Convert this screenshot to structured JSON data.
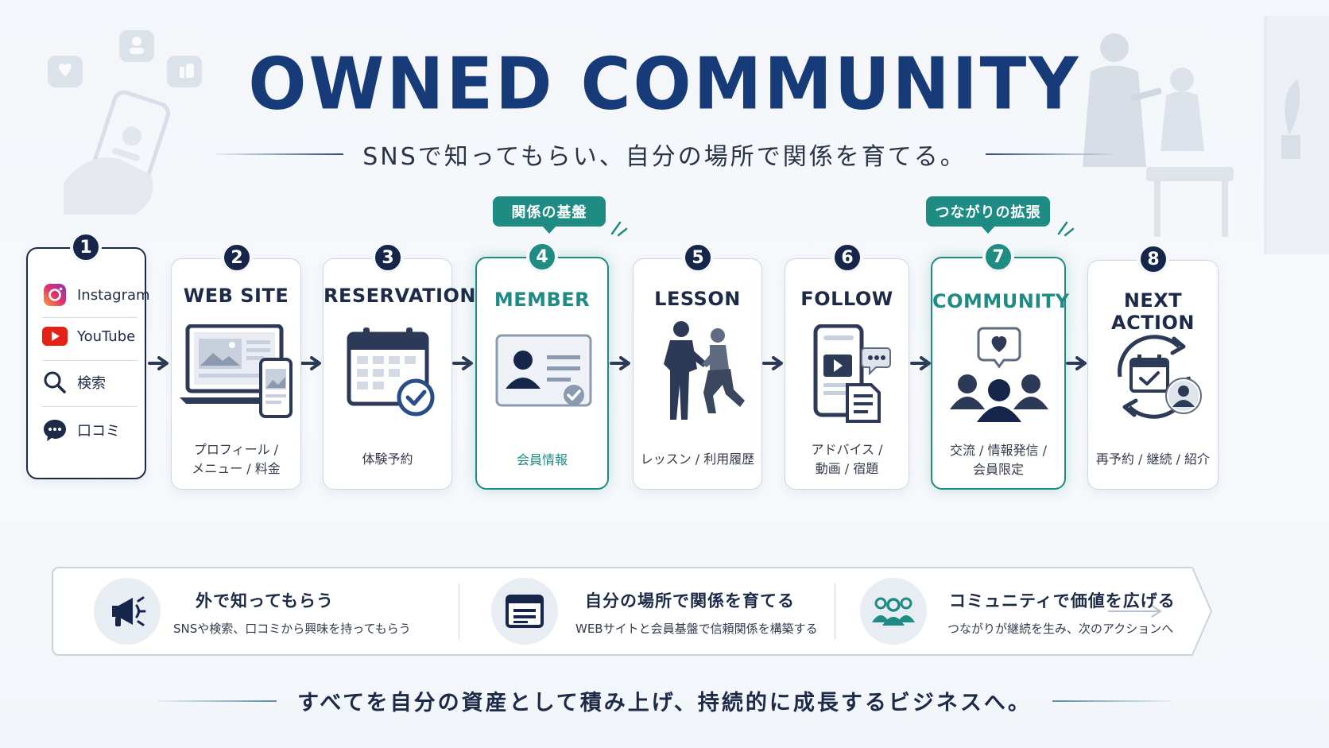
{
  "title": "OWNED COMMUNITY",
  "subtitle": "SNSで知ってもらい、自分の場所で関係を育てる。",
  "colors": {
    "navy": "#15264a",
    "teal": "#1f8c84",
    "title": "#173a78"
  },
  "tags": {
    "member": "関係の基盤",
    "community": "つながりの拡張"
  },
  "steps": [
    {
      "number": "1",
      "channels": [
        {
          "label": "Instagram",
          "icon": "instagram-icon"
        },
        {
          "label": "YouTube",
          "icon": "youtube-icon"
        },
        {
          "label": "検索",
          "icon": "search-icon"
        },
        {
          "label": "口コミ",
          "icon": "chat-bubble-icon"
        }
      ]
    },
    {
      "number": "2",
      "title": "WEB SITE",
      "desc_line1": "プロフィール /",
      "desc_line2": "メニュー / 料金",
      "icon": "laptop-phone-icon"
    },
    {
      "number": "3",
      "title": "RESERVATION",
      "desc_line1": "体験予約",
      "icon": "calendar-check-icon"
    },
    {
      "number": "4",
      "title": "MEMBER",
      "desc_line1": "会員情報",
      "icon": "member-card-icon"
    },
    {
      "number": "5",
      "title": "LESSON",
      "desc_line1": "レッスン / 利用履歴",
      "icon": "trainer-lesson-icon"
    },
    {
      "number": "6",
      "title": "FOLLOW",
      "desc_line1": "アドバイス /",
      "desc_line2": "動画 / 宿題",
      "icon": "phone-video-doc-icon"
    },
    {
      "number": "7",
      "title": "COMMUNITY",
      "desc_line1": "交流 / 情報発信 /",
      "desc_line2": "会員限定",
      "icon": "community-group-icon"
    },
    {
      "number": "8",
      "title": "NEXT ACTION",
      "desc_line1": "再予約 / 継続 / 紹介",
      "icon": "cycle-calendar-user-icon"
    }
  ],
  "band": [
    {
      "title": "外で知ってもらう",
      "desc": "SNSや検索、口コミから興味を持ってもらう",
      "icon": "megaphone-icon"
    },
    {
      "title": "自分の場所で関係を育てる",
      "desc": "WEBサイトと会員基盤で信頼関係を構築する",
      "icon": "browser-window-icon"
    },
    {
      "title": "コミュニティで価値を広げる",
      "desc": "つながりが継続を生み、次のアクションへ",
      "icon": "people-group-icon"
    }
  ],
  "footer": "すべてを自分の資産として積み上げ、持続的に成長するビジネスへ。"
}
